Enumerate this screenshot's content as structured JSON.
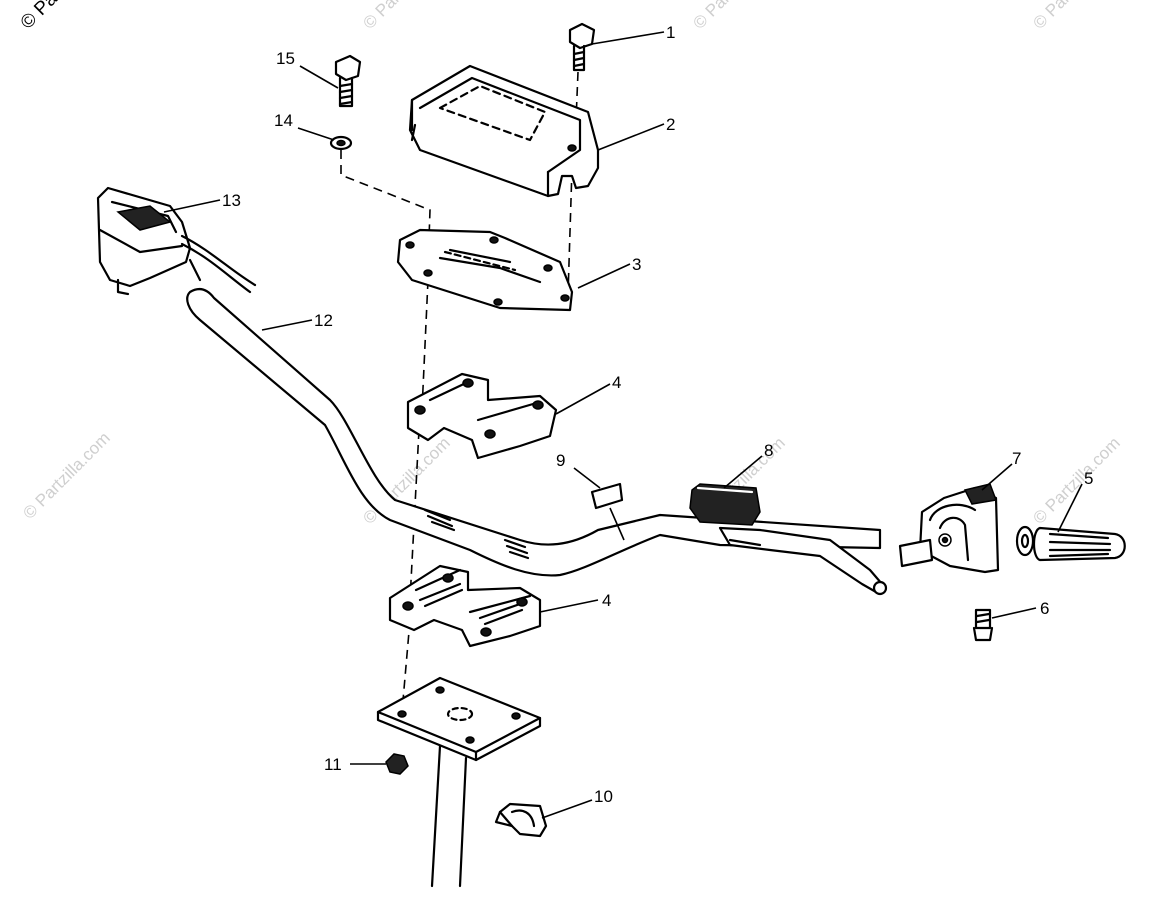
{
  "watermark": {
    "corner_text": "© Pa",
    "text": "© Partzilla.com"
  },
  "callouts": [
    {
      "id": "1",
      "label": "1"
    },
    {
      "id": "2",
      "label": "2"
    },
    {
      "id": "3",
      "label": "3"
    },
    {
      "id": "4a",
      "label": "4"
    },
    {
      "id": "4b",
      "label": "4"
    },
    {
      "id": "5",
      "label": "5"
    },
    {
      "id": "6",
      "label": "6"
    },
    {
      "id": "7",
      "label": "7"
    },
    {
      "id": "8",
      "label": "8"
    },
    {
      "id": "9",
      "label": "9"
    },
    {
      "id": "10",
      "label": "10"
    },
    {
      "id": "11",
      "label": "11"
    },
    {
      "id": "12",
      "label": "12"
    },
    {
      "id": "13",
      "label": "13"
    },
    {
      "id": "14",
      "label": "14"
    },
    {
      "id": "15",
      "label": "15"
    }
  ]
}
